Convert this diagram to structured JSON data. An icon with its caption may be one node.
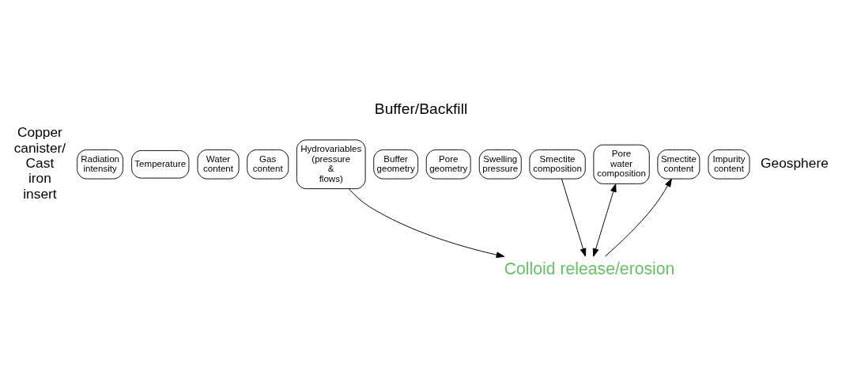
{
  "diagram": {
    "title": "Buffer/Backfill",
    "nodes": [
      {
        "text": [
          "Radiation intensity"
        ]
      },
      {
        "text": [
          "Temperature"
        ]
      },
      {
        "text": [
          "Water content"
        ]
      },
      {
        "text": [
          "Gas content"
        ]
      },
      {
        "text": [
          "Hydrovariables (pressure & flows)"
        ]
      },
      {
        "text": [
          "Buffer geometry"
        ]
      },
      {
        "text": [
          "Pore geometry"
        ]
      },
      {
        "text": [
          "Swelling pressure"
        ]
      },
      {
        "text": [
          "Smectite composition"
        ]
      },
      {
        "text": [
          "Pore water composition"
        ]
      },
      {
        "text": [
          "Smectite content"
        ]
      },
      {
        "text": [
          "Impurity content"
        ]
      },
      {
        "text": [
          "Colloid release/erosion"
        ]
      }
    ],
    "edges": [
      {
        "from": 4,
        "to": 12,
        "arrow": "to"
      },
      {
        "from": 8,
        "to": 12,
        "arrow": "to"
      },
      {
        "from": 9,
        "to": 12,
        "arrow": "both"
      },
      {
        "from": 12,
        "to": 10,
        "arrow": "to"
      }
    ],
    "labels": [
      "Copper canister/ Cast iron insert",
      "Geosphere"
    ]
  }
}
